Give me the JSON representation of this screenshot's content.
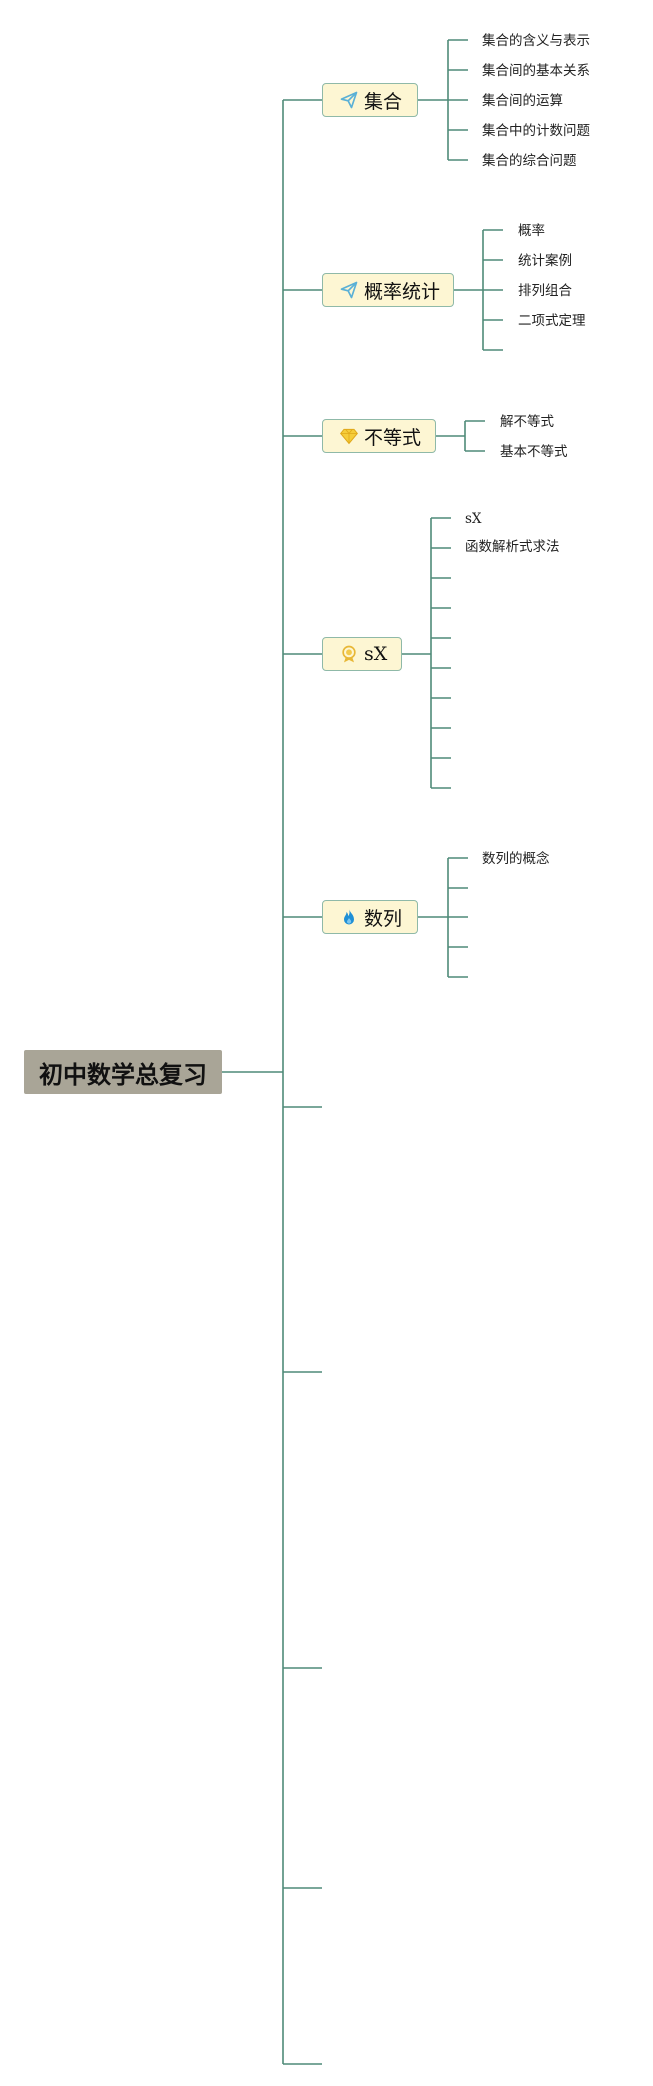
{
  "root": {
    "label": "初中数学总复习"
  },
  "branches": [
    {
      "label": "集合",
      "icon": "paper-plane-icon",
      "color": "#5ab0d6",
      "leaves": [
        "集合的含义与表示",
        "集合间的基本关系",
        "集合间的运算",
        "集合中的计数问题",
        "集合的综合问题"
      ]
    },
    {
      "label": "概率统计",
      "icon": "paper-plane-icon",
      "color": "#5ab0d6",
      "leaves": [
        "概率",
        "统计案例",
        "排列组合",
        "二项式定理",
        ""
      ]
    },
    {
      "label": "不等式",
      "icon": "gem-icon",
      "color": "#f2c530",
      "leaves": [
        "解不等式",
        "基本不等式"
      ]
    },
    {
      "label": "sX",
      "icon": "award-medal-icon",
      "color": "#e8b736",
      "leaves": [
        "sX",
        "函数解析式求法",
        "",
        "",
        "",
        "",
        "",
        "",
        "",
        ""
      ]
    },
    {
      "label": "数列",
      "icon": "flame-icon",
      "color": "#1f8fd6",
      "leaves": [
        "数列的概念",
        "",
        "",
        "",
        ""
      ]
    }
  ],
  "empty_branch_count": 5,
  "colors": {
    "connector": "#4f8a78",
    "root_fill": "#a9a597",
    "branch_fill": "#fdf6d3",
    "branch_border": "#8fb9a8"
  }
}
